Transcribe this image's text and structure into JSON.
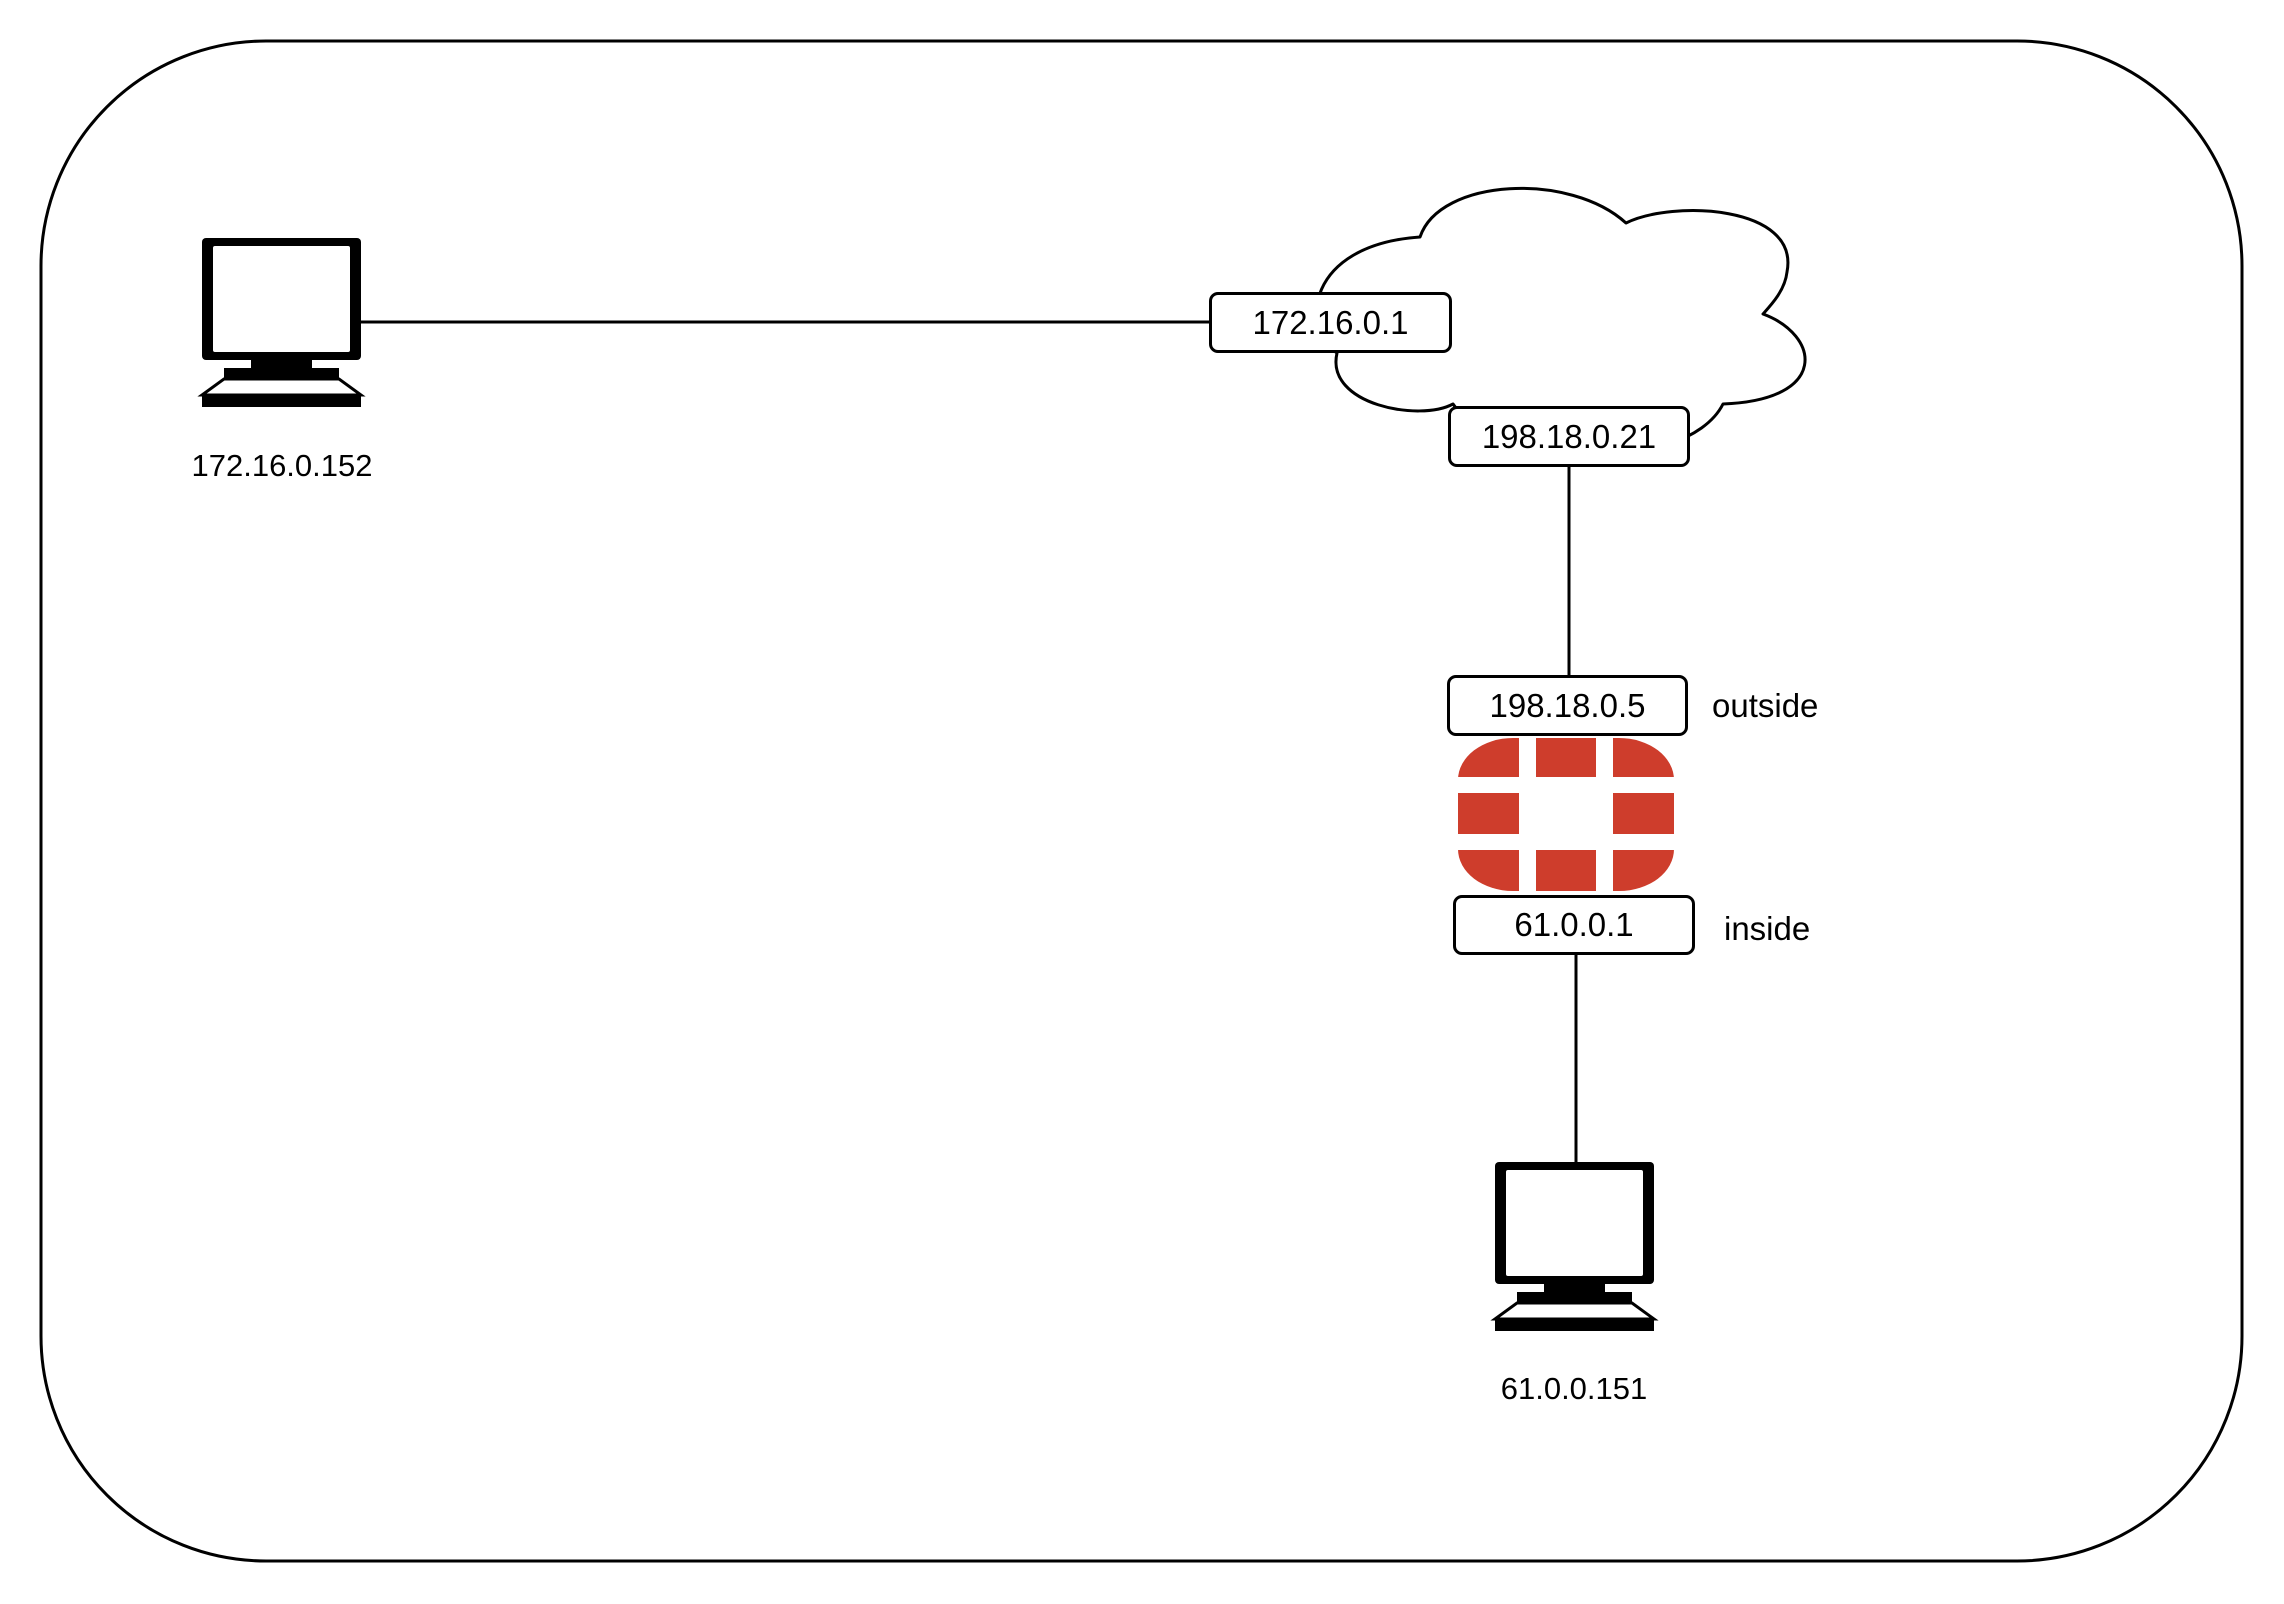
{
  "diagram": {
    "type": "network-topology",
    "hosts": [
      {
        "id": "host-left",
        "icon": "computer-icon",
        "label": "172.16.0.152"
      },
      {
        "id": "host-bottom",
        "icon": "computer-icon",
        "label": "61.0.0.151"
      }
    ],
    "cloud": {
      "icon": "cloud-icon",
      "interfaces": [
        "172.16.0.1",
        "198.18.0.21"
      ]
    },
    "firewall": {
      "icon": "fortinet-logo-icon",
      "color": "#CE3D2C",
      "interfaces": [
        {
          "ip": "198.18.0.5",
          "zone": "outside"
        },
        {
          "ip": "61.0.0.1",
          "zone": "inside"
        }
      ]
    },
    "links": [
      {
        "from": "172.16.0.152",
        "to": "172.16.0.1"
      },
      {
        "from": "198.18.0.21",
        "to": "198.18.0.5"
      },
      {
        "from": "61.0.0.1",
        "to": "61.0.0.151"
      }
    ]
  }
}
